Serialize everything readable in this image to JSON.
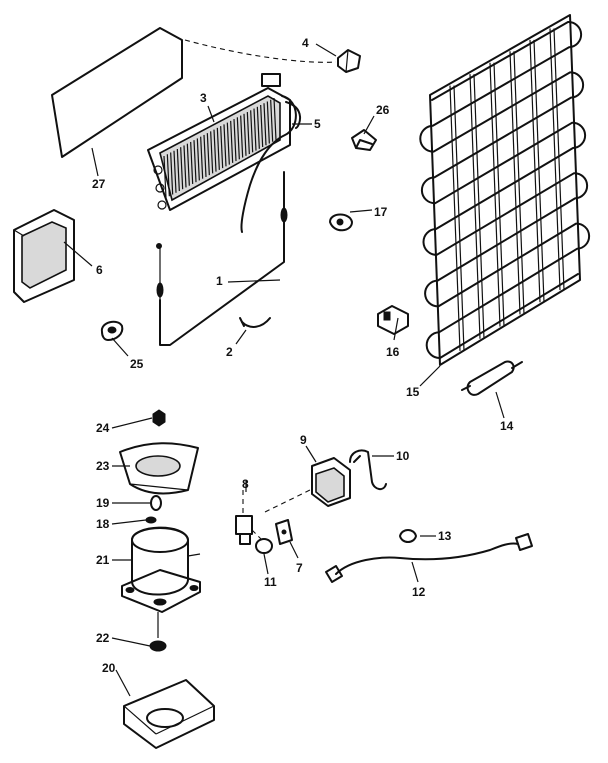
{
  "callouts": [
    {
      "id": "p1",
      "label": "1"
    },
    {
      "id": "p2",
      "label": "2"
    },
    {
      "id": "p3",
      "label": "3"
    },
    {
      "id": "p4",
      "label": "4"
    },
    {
      "id": "p5",
      "label": "5"
    },
    {
      "id": "p6",
      "label": "6"
    },
    {
      "id": "p7",
      "label": "7"
    },
    {
      "id": "p8",
      "label": "8"
    },
    {
      "id": "p9",
      "label": "9"
    },
    {
      "id": "p10",
      "label": "10"
    },
    {
      "id": "p11",
      "label": "11"
    },
    {
      "id": "p12",
      "label": "12"
    },
    {
      "id": "p13",
      "label": "13"
    },
    {
      "id": "p14",
      "label": "14"
    },
    {
      "id": "p15",
      "label": "15"
    },
    {
      "id": "p16",
      "label": "16"
    },
    {
      "id": "p17",
      "label": "17"
    },
    {
      "id": "p18",
      "label": "18"
    },
    {
      "id": "p19",
      "label": "19"
    },
    {
      "id": "p20",
      "label": "20"
    },
    {
      "id": "p21",
      "label": "21"
    },
    {
      "id": "p22",
      "label": "22"
    },
    {
      "id": "p23",
      "label": "23"
    },
    {
      "id": "p24",
      "label": "24"
    },
    {
      "id": "p25",
      "label": "25"
    },
    {
      "id": "p26",
      "label": "26"
    },
    {
      "id": "p27",
      "label": "27"
    }
  ]
}
